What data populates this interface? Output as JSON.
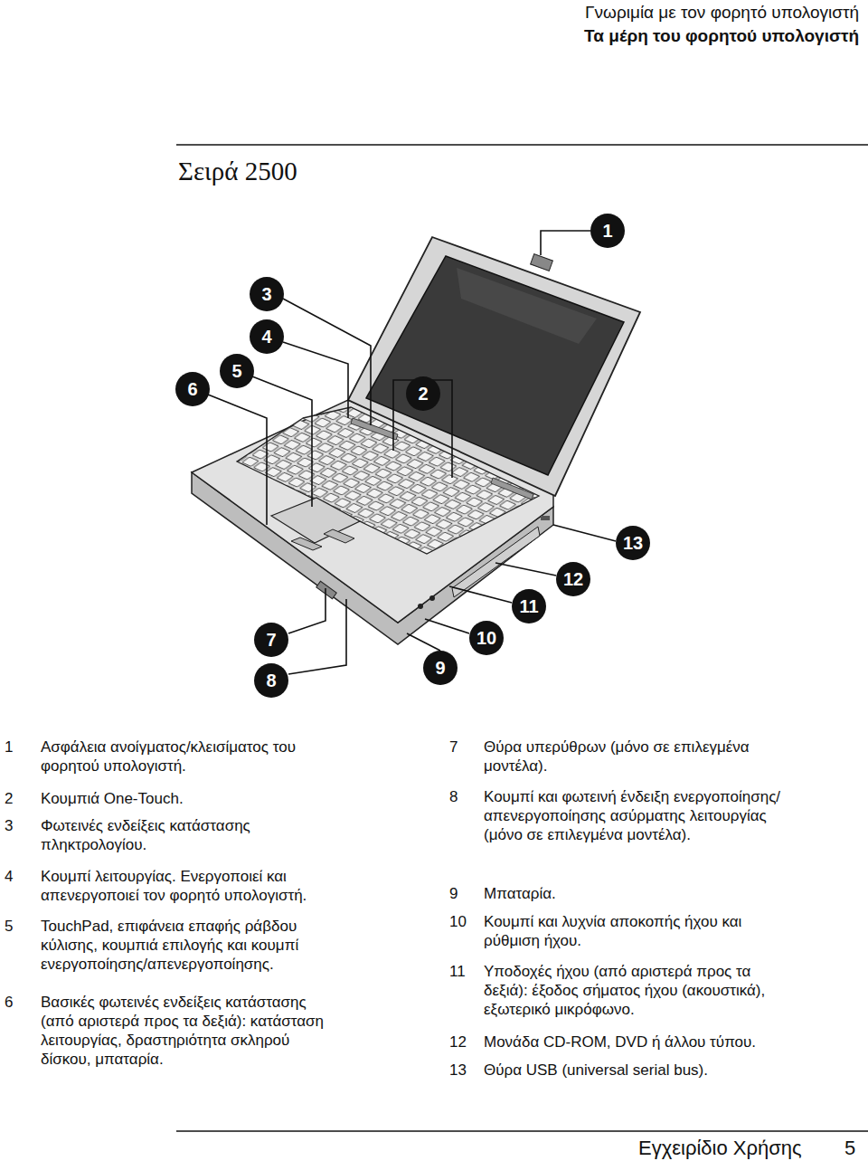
{
  "diagram": {
    "title": "Σειρά 2500",
    "nodes": [
      {
        "text": [
          "1"
        ]
      },
      {
        "text": [
          "2"
        ]
      },
      {
        "text": [
          "3"
        ]
      },
      {
        "text": [
          "4"
        ]
      },
      {
        "text": [
          "5"
        ]
      },
      {
        "text": [
          "6"
        ]
      },
      {
        "text": [
          "7"
        ]
      },
      {
        "text": [
          "8"
        ]
      },
      {
        "text": [
          "9"
        ]
      },
      {
        "text": [
          "10"
        ]
      },
      {
        "text": [
          "11"
        ]
      },
      {
        "text": [
          "12"
        ]
      },
      {
        "text": [
          "13"
        ]
      }
    ],
    "labels": [
      "Γνωριμία με τον φορητό υπολογιστή",
      "Τα μέρη του φορητού υπολογιστή",
      "1",
      "Ασφάλεια ανοίγματος/κλεισίματος του φορητού υπολογιστή.",
      "2",
      "Κουμπιά One-Touch.",
      "3",
      "Φωτεινές ενδείξεις κατάστασης πληκτρολογίου.",
      "4",
      "Κουμπί λειτουργίας. Ενεργοποιεί και απενεργοποιεί τον φορητό υπολογιστή.",
      "5",
      "TouchPad, επιφάνεια επαφής ράβδου κύλισης, κουμπιά επιλογής και κουμπί ενεργοποίησης/απενεργοποίησης.",
      "6",
      "Βασικές φωτεινές ενδείξεις κατάστασης (από αριστερά προς τα δεξιά): κατάσταση λειτουργίας, δραστηριότητα σκληρού δίσκου, μπαταρία.",
      "7",
      "Θύρα υπερύθρων (μόνο σε επιλεγμένα μοντέλα).",
      "8",
      "Κουμπί και φωτεινή ένδειξη ενεργοποίησης/απενεργοποίησης ασύρματης λειτουργίας (μόνο σε επιλεγμένα μοντέλα).",
      "9",
      "Μπαταρία.",
      "10",
      "Κουμπί και λυχνία αποκοπής ήχου και ρύθμιση ήχου.",
      "11",
      "Υποδοχές ήχου (από αριστερά προς τα δεξιά): έξοδος σήματος ήχου (ακουστικά), εξωτερικό μικρόφωνο.",
      "12",
      "Μονάδα CD-ROM, DVD ή άλλου τύπου.",
      "13",
      "Θύρα USB (universal serial bus).",
      "Εγχειρίδιο Χρήσης",
      "5"
    ]
  }
}
